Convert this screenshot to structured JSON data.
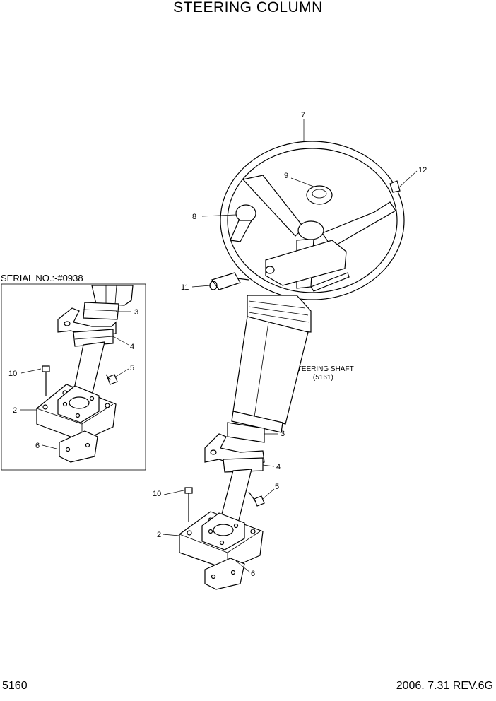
{
  "title": "STEERING COLUMN",
  "serial_label": "SERIAL NO.:-#0938",
  "footer": {
    "page": "5160",
    "revision": "2006. 7.31  REV.6G"
  },
  "shaft_label": {
    "line1": "STEERING SHAFT",
    "line2": "(5161)"
  },
  "callouts_main": [
    "7",
    "9",
    "12",
    "8",
    "11",
    "3",
    "4",
    "5",
    "10",
    "2",
    "6"
  ],
  "callouts_inset": [
    "3",
    "4",
    "5",
    "10",
    "2",
    "6"
  ]
}
